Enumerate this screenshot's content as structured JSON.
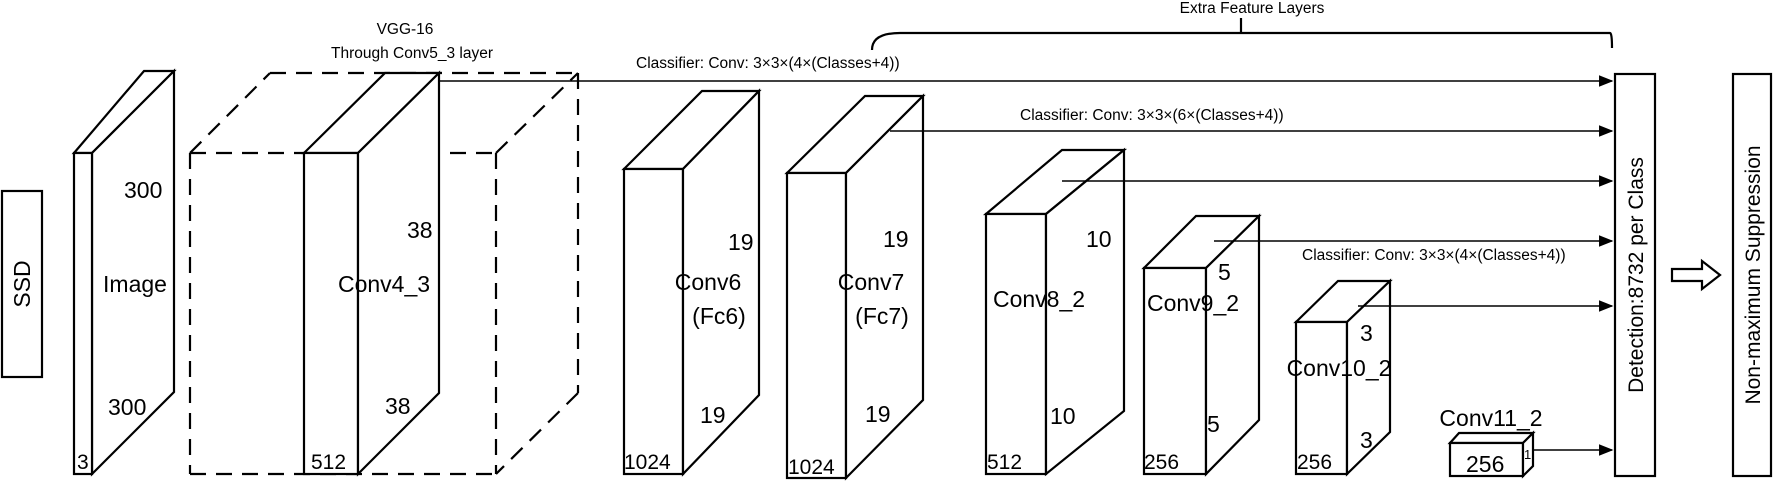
{
  "side_label": "SSD",
  "input": {
    "name": "Image",
    "height": "300",
    "width": "300",
    "channels": "3"
  },
  "vgg": {
    "title_line1": "VGG-16",
    "title_line2": "Through Conv5_3 layer",
    "layer": "Conv4_3",
    "size_a": "38",
    "size_b": "38",
    "channels": "512"
  },
  "conv6": {
    "name": "Conv6",
    "alt": "(Fc6)",
    "size_a": "19",
    "size_b": "19",
    "channels": "1024"
  },
  "conv7": {
    "name": "Conv7",
    "alt": "(Fc7)",
    "size_a": "19",
    "size_b": "19",
    "channels": "1024"
  },
  "conv8": {
    "name": "Conv8_2",
    "size_a": "10",
    "size_b": "10",
    "channels": "512"
  },
  "conv9": {
    "name": "Conv9_2",
    "size_a": "5",
    "size_b": "5",
    "channels": "256"
  },
  "conv10": {
    "name": "Conv10_2",
    "size_a": "3",
    "size_b": "3",
    "channels": "256"
  },
  "conv11": {
    "name": "Conv11_2",
    "size": "1",
    "channels": "256"
  },
  "extra_layers_label": "Extra Feature Layers",
  "classifiers": {
    "c1": "Classifier: Conv: 3×3×(4×(Classes+4))",
    "c2": "Classifier: Conv: 3×3×(6×(Classes+4))",
    "c3": "Classifier: Conv: 3×3×(4×(Classes+4))"
  },
  "detection_label": "Detection:8732 per Class",
  "nms_label": "Non-maximum Suppression"
}
